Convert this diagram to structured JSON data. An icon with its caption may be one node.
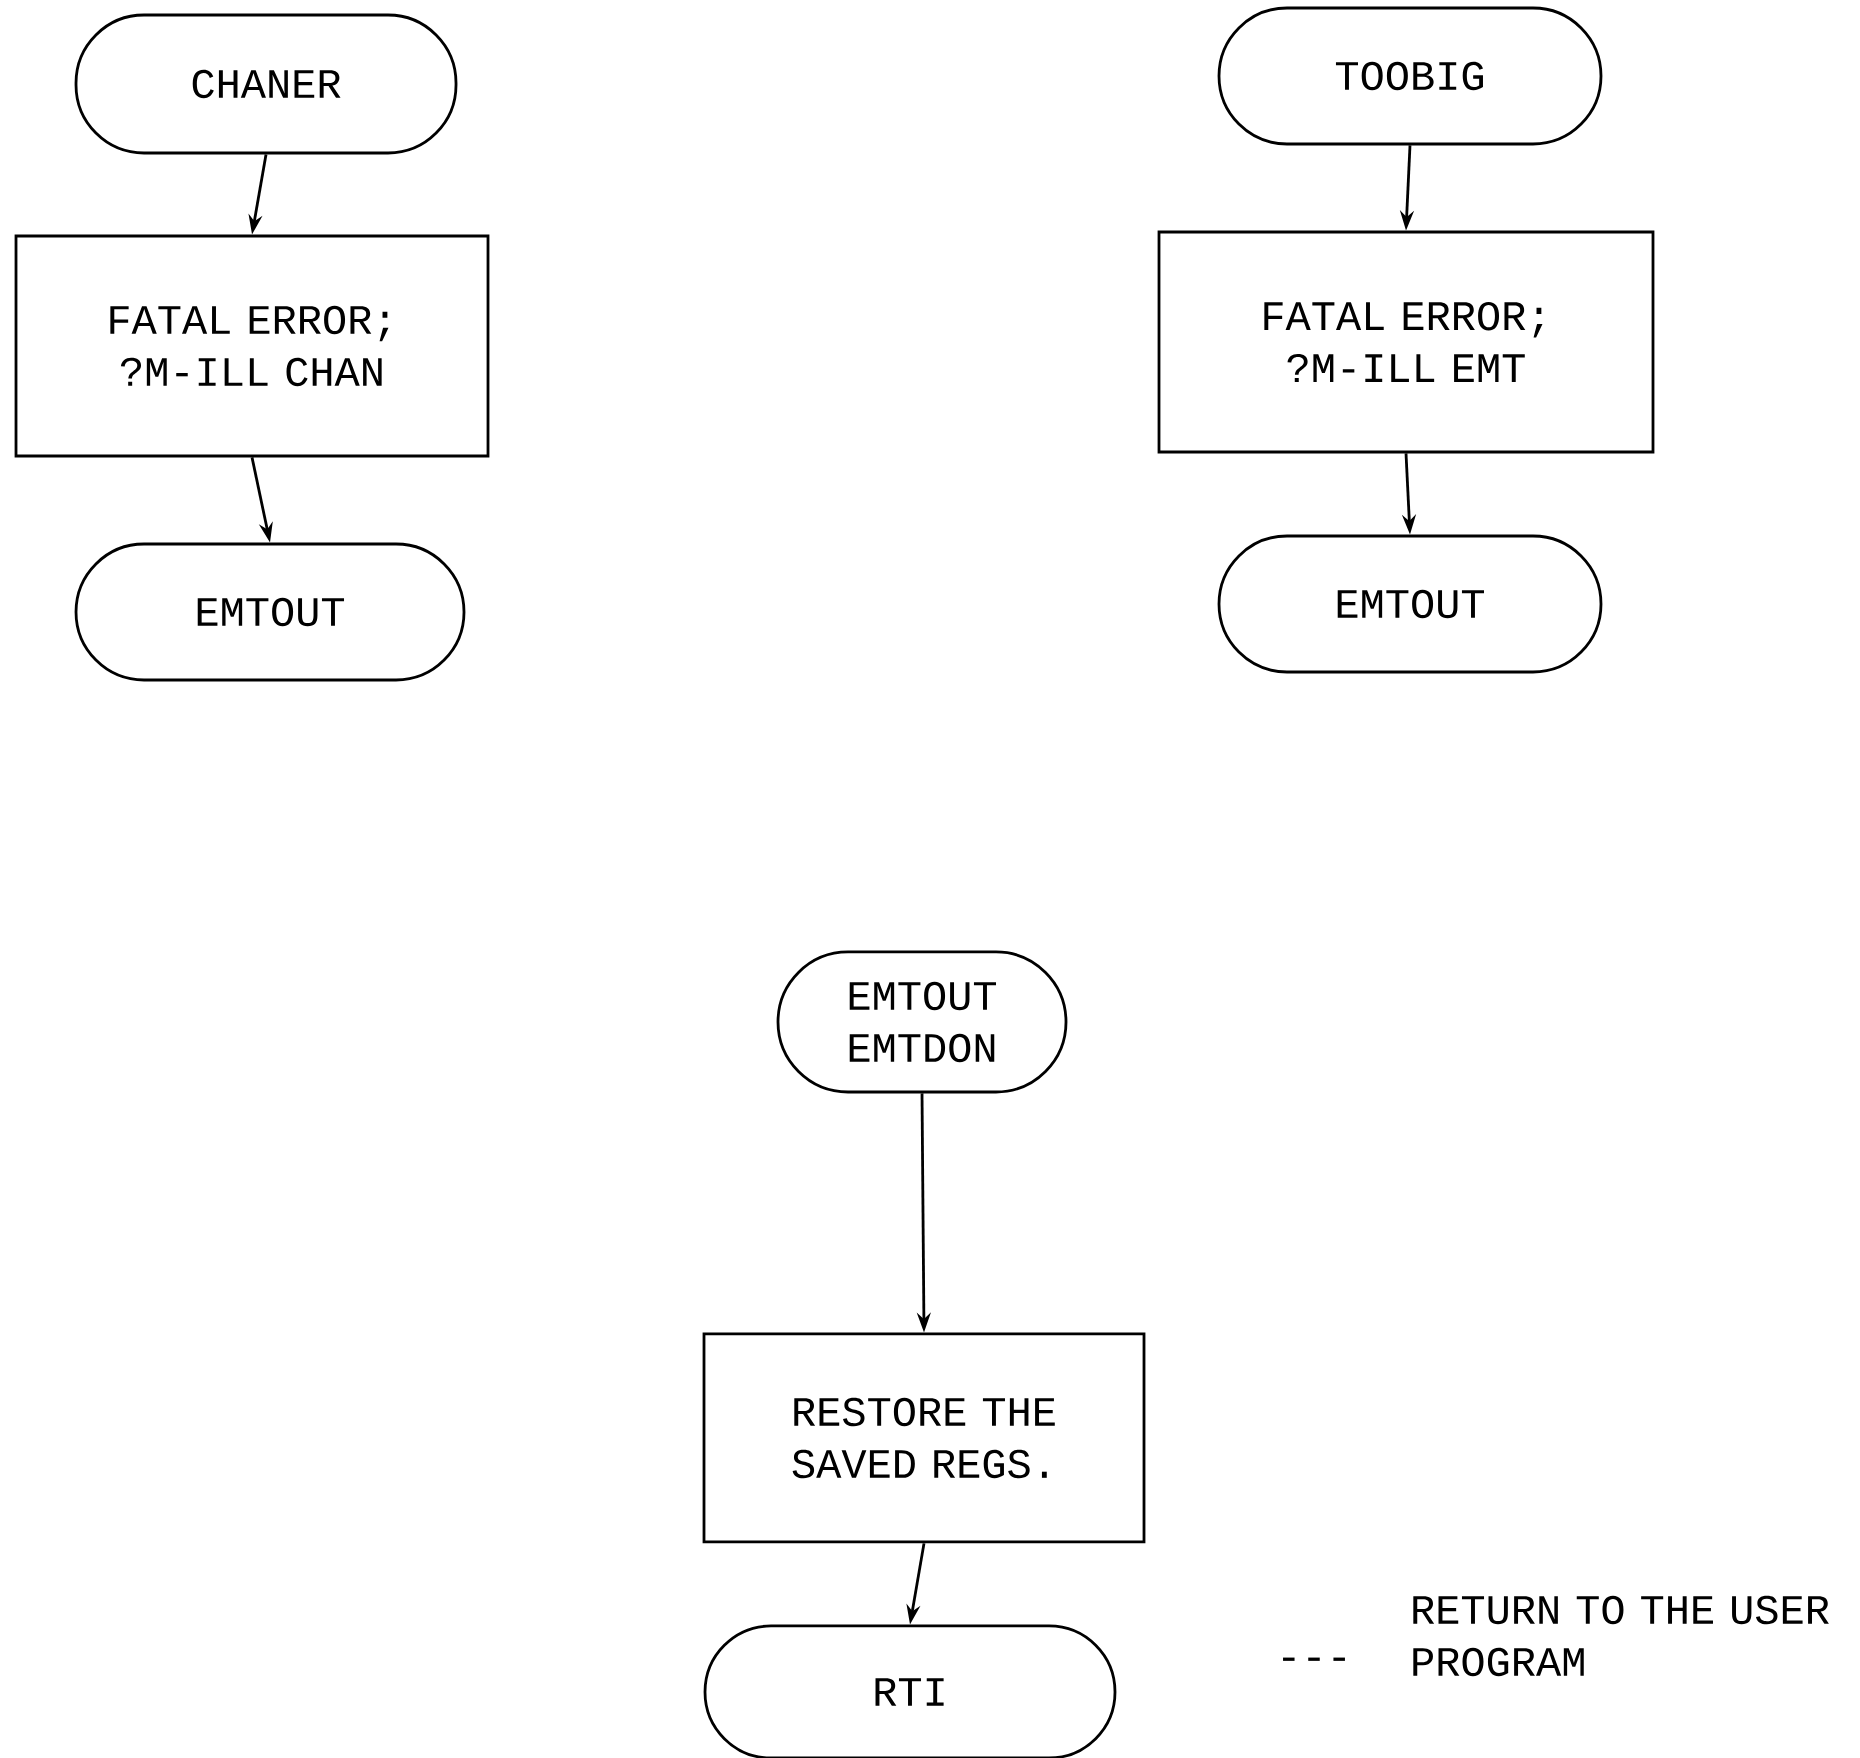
{
  "diagram": {
    "nodes": [
      {
        "text": [
          "CHANER"
        ]
      },
      {
        "text": [
          "FATAL ERROR; ?M-ILL CHAN"
        ]
      },
      {
        "text": [
          "EMTOUT"
        ]
      },
      {
        "text": [
          "TOOBIG"
        ]
      },
      {
        "text": [
          "FATAL ERROR; ?M-ILL EMT"
        ]
      },
      {
        "text": [
          "EMTOUT"
        ]
      },
      {
        "text": [
          "EMTOUT",
          "EMTDON"
        ]
      },
      {
        "text": [
          "RESTORE THE SAVED REGS."
        ]
      },
      {
        "text": [
          "RTI"
        ],
        "beside": [
          "---",
          "RETURN TO THE USER PROGRAM"
        ]
      }
    ],
    "edges": [
      {
        "from": 0,
        "to": 1,
        "arrow": "to"
      },
      {
        "from": 1,
        "to": 2,
        "arrow": "to"
      },
      {
        "from": 3,
        "to": 4,
        "arrow": "to"
      },
      {
        "from": 4,
        "to": 5,
        "arrow": "to"
      },
      {
        "from": 6,
        "to": 7,
        "arrow": "to"
      },
      {
        "from": 7,
        "to": 8,
        "arrow": "to"
      }
    ]
  }
}
